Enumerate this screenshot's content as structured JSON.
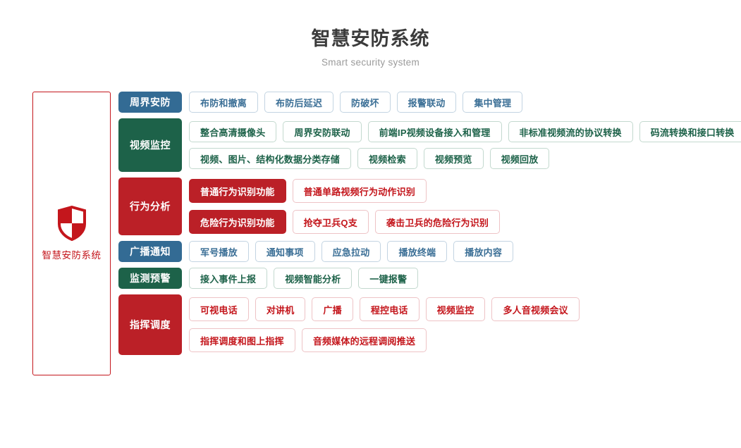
{
  "header": {
    "title": "智慧安防系统",
    "subtitle": "Smart security system"
  },
  "brand": {
    "icon": "shield-icon",
    "label": "智慧安防系统",
    "color": "#c4161c"
  },
  "colors": {
    "blue": "#336b94",
    "green": "#1d6249",
    "red": "#bb2027",
    "brand_red": "#c4161c",
    "title": "#3b3b3b",
    "subtitle": "#9a9a9a"
  },
  "categories": [
    {
      "label": "周界安防",
      "theme": "blue",
      "lines": [
        [
          {
            "label": "布防和撤离",
            "style": "blue"
          },
          {
            "label": "布防后延迟",
            "style": "blue"
          },
          {
            "label": "防破坏",
            "style": "blue"
          },
          {
            "label": "报警联动",
            "style": "blue"
          },
          {
            "label": "集中管理",
            "style": "blue"
          }
        ]
      ]
    },
    {
      "label": "视频监控",
      "theme": "green",
      "lines": [
        [
          {
            "label": "整合高清摄像头",
            "style": "green"
          },
          {
            "label": "周界安防联动",
            "style": "green"
          },
          {
            "label": "前端IP视频设备接入和管理",
            "style": "green"
          },
          {
            "label": "非标准视频流的协议转换",
            "style": "green"
          },
          {
            "label": "码流转换和接口转换",
            "style": "green"
          }
        ],
        [
          {
            "label": "视频、图片、结构化数据分类存储",
            "style": "green"
          },
          {
            "label": "视频检索",
            "style": "green"
          },
          {
            "label": "视频预览",
            "style": "green"
          },
          {
            "label": "视频回放",
            "style": "green"
          }
        ]
      ]
    },
    {
      "label": "行为分析",
      "theme": "red",
      "lines": [
        [
          {
            "label": "普通行为识别功能",
            "style": "red-solid"
          },
          {
            "label": "普通单路视频行为动作识别",
            "style": "red"
          }
        ],
        [
          {
            "label": "危险行为识别功能",
            "style": "red-solid"
          },
          {
            "label": "抢夺卫兵Q支",
            "style": "red"
          },
          {
            "label": "袭击卫兵的危险行为识别",
            "style": "red"
          }
        ]
      ]
    },
    {
      "label": "广播通知",
      "theme": "blue",
      "lines": [
        [
          {
            "label": "军号播放",
            "style": "blue"
          },
          {
            "label": "通知事项",
            "style": "blue"
          },
          {
            "label": "应急拉动",
            "style": "blue"
          },
          {
            "label": "播放终端",
            "style": "blue"
          },
          {
            "label": "播放内容",
            "style": "blue"
          }
        ]
      ]
    },
    {
      "label": "监测预警",
      "theme": "green",
      "lines": [
        [
          {
            "label": "接入事件上报",
            "style": "green"
          },
          {
            "label": "视频智能分析",
            "style": "green"
          },
          {
            "label": "一键报警",
            "style": "green"
          }
        ]
      ]
    },
    {
      "label": "指挥调度",
      "theme": "red",
      "lines": [
        [
          {
            "label": "可视电话",
            "style": "red"
          },
          {
            "label": "对讲机",
            "style": "red"
          },
          {
            "label": "广播",
            "style": "red"
          },
          {
            "label": "程控电话",
            "style": "red"
          },
          {
            "label": "视频监控",
            "style": "red"
          },
          {
            "label": "多人音视频会议",
            "style": "red"
          }
        ],
        [
          {
            "label": "指挥调度和图上指挥",
            "style": "red"
          },
          {
            "label": "音频媒体的远程调阅推送",
            "style": "red"
          }
        ]
      ]
    }
  ]
}
